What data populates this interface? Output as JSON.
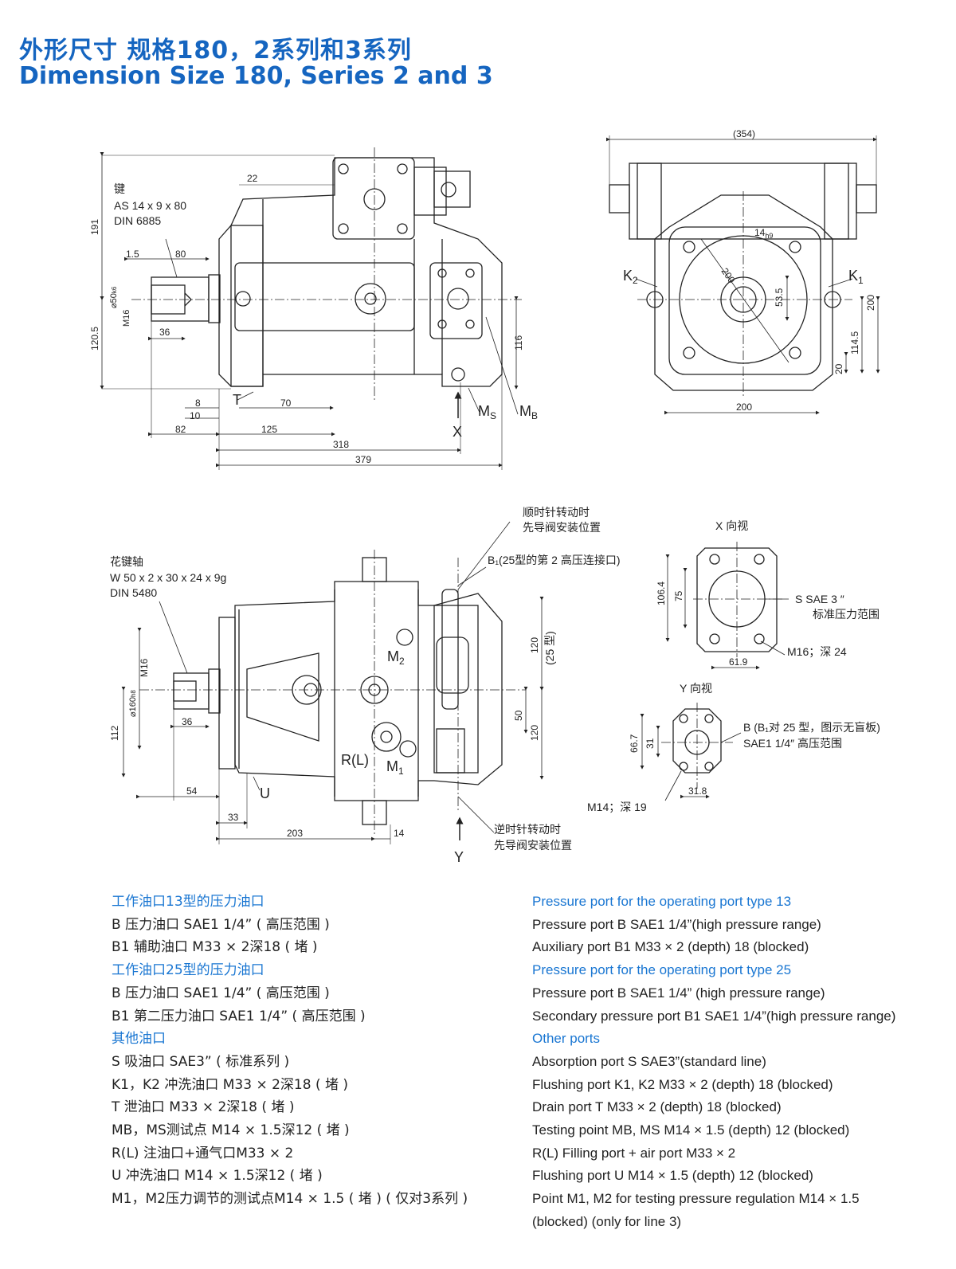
{
  "title": {
    "cn": "外形尺寸  规格180，2系列和3系列",
    "en": "Dimension  Size 180, Series 2 and 3"
  },
  "top_left_view": {
    "key_label": "键",
    "key_spec": "AS 14 x 9 x 80",
    "key_std": "DIN 6885",
    "dims": {
      "d191": "191",
      "d1205": "120.5",
      "d22": "22",
      "d15": "1.5",
      "d80": "80",
      "d50": "⌀50",
      "d50sub": "k6",
      "m16": "M16",
      "d36": "36",
      "d8": "8",
      "d10": "10",
      "d82": "82",
      "d70": "70",
      "d125": "125",
      "d318": "318",
      "d379": "379",
      "d116": "116"
    },
    "labels": {
      "t": "T",
      "ms": "M",
      "ms_sub": "S",
      "mb": "M",
      "mb_sub": "B",
      "x": "X"
    }
  },
  "top_right_view": {
    "dims": {
      "d354": "(354)",
      "d14": "14",
      "d14sub": "h9",
      "d200diag": "200",
      "d535": "53.5",
      "d200v": "200",
      "d1145": "114.5",
      "d20": "20",
      "d200h": "200"
    },
    "labels": {
      "k2": "K",
      "k2sub": "2",
      "k1": "K",
      "k1sub": "1"
    }
  },
  "bottom_left_view": {
    "shaft_label": "花键轴",
    "shaft_spec": "W 50 x 2 x 30 x 24 x 9g",
    "shaft_std": "DIN 5480",
    "cw_note_1": "顺时针转动时",
    "cw_note_2": "先导阀安装位置",
    "b1_note": "B₁(25型的第 2 高压连接口)",
    "ccw_note_1": "逆时针转动时",
    "ccw_note_2": "先导阀安装位置",
    "dims": {
      "m16": "M16",
      "d160": "⌀160",
      "d160sub": "h8",
      "d112": "112",
      "d36": "36",
      "d54": "54",
      "d33": "33",
      "d203": "203",
      "d14": "14",
      "d120a": "120",
      "d25": "(25 型)",
      "d50": "50",
      "d120b": "120"
    },
    "labels": {
      "m2": "M",
      "m2sub": "2",
      "rl": "R(L)",
      "m1": "M",
      "m1sub": "1",
      "u": "U",
      "y": "Y"
    }
  },
  "x_view": {
    "title": "X 向视",
    "s_label": "S  SAE 3 ″",
    "s_range": "标准压力范围",
    "bolt": "M16；深 24",
    "dims": {
      "d1064": "106.4",
      "d75": "75",
      "d619": "61.9"
    }
  },
  "y_view": {
    "title": "Y 向视",
    "b_label": "B (B₁对 25 型，图示无盲板)",
    "b_range": "SAE1 1/4″   高压范围",
    "bolt": "M14；深 19",
    "dims": {
      "d667": "66.7",
      "d31": "31",
      "d318": "31.8"
    }
  },
  "legend_cn": [
    {
      "text": "工作油口13型的压力油口",
      "head": true
    },
    {
      "text": "B  压力油口      SAE1 1/4”  ( 高压范围 )",
      "head": false
    },
    {
      "text": "B1 辅助油口      M33 × 2深18 ( 堵 )",
      "head": false
    },
    {
      "text": "工作油口25型的压力油口",
      "head": true
    },
    {
      "text": "B  压力油口      SAE1 1/4”  ( 高压范围 )",
      "head": false
    },
    {
      "text": "B1 第二压力油口 SAE1 1/4”  ( 高压范围 )",
      "head": false
    },
    {
      "text": "其他油口",
      "head": true
    },
    {
      "text": "S      吸油口     SAE3”  ( 标准系列 )",
      "head": false
    },
    {
      "text": "K1，K2 冲洗油口  M33 × 2深18 ( 堵 )",
      "head": false
    },
    {
      "text": "T      泄油口     M33 × 2深18 ( 堵 )",
      "head": false
    },
    {
      "text": "MB，MS测试点     M14 × 1.5深12 ( 堵 )",
      "head": false
    },
    {
      "text": "R(L)   注油口+通气口M33 × 2",
      "head": false
    },
    {
      "text": "U      冲洗油口   M14 × 1.5深12 ( 堵 )",
      "head": false
    },
    {
      "text": "M1，M2压力调节的测试点M14 × 1.5 ( 堵 ) ( 仅对3系列 )",
      "head": false
    }
  ],
  "legend_en": [
    {
      "text": "Pressure port for the operating port type 13",
      "head": true
    },
    {
      "text": "Pressure port B      SAE1 1/4”(high pressure range)",
      "head": false
    },
    {
      "text": "Auxiliary port B1    M33 × 2 (depth) 18 (blocked)",
      "head": false
    },
    {
      "text": "Pressure port for the operating port type 25",
      "head": true
    },
    {
      "text": "Pressure port B     SAE1 1/4” (high pressure range)",
      "head": false
    },
    {
      "text": "Secondary pressure port B1 SAE1 1/4”(high pressure range)",
      "head": false
    },
    {
      "text": "Other ports",
      "head": true
    },
    {
      "text": "Absorption port S        SAE3”(standard line)",
      "head": false
    },
    {
      "text": "Flushing port K1, K2 M33 × 2 (depth) 18 (blocked)",
      "head": false
    },
    {
      "text": "Drain port T          M33 × 2 (depth) 18 (blocked)",
      "head": false
    },
    {
      "text": "Testing point MB, MS  M14 × 1.5 (depth) 12 (blocked)",
      "head": false
    },
    {
      "text": "R(L)   Filling port + air port M33 × 2",
      "head": false
    },
    {
      "text": "Flushing port U        M14 × 1.5 (depth) 12 (blocked)",
      "head": false
    },
    {
      "text": "Point M1, M2 for testing pressure regulation M14 × 1.5",
      "head": false
    },
    {
      "text": "(blocked) (only for line 3)",
      "head": false
    }
  ]
}
